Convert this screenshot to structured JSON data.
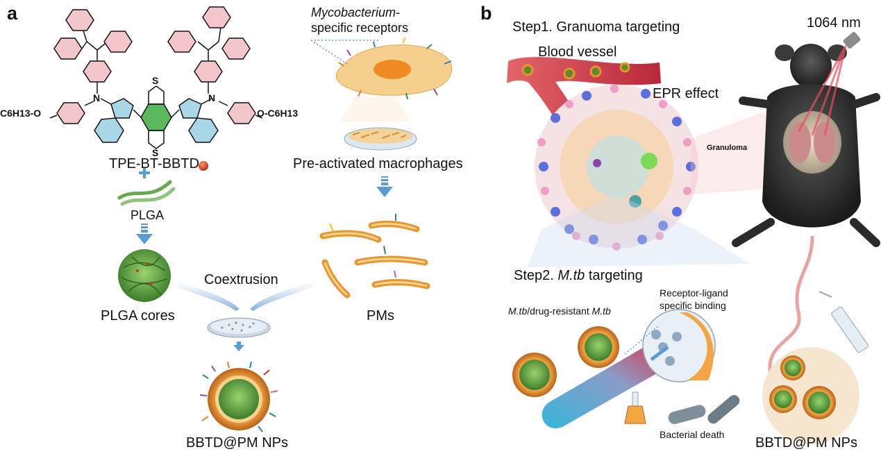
{
  "panel_a": {
    "letter": "a",
    "compound": "TPE-BT-BBTD",
    "sub_left": "C6H13-O",
    "sub_right": "O-C6H13",
    "heteroatoms": {
      "n": "N",
      "s": "S"
    },
    "plus": "+",
    "polymer": "PLGA",
    "receptor_line1": "Mycobacterium-",
    "receptor_line2": "specific receptors",
    "macrophages": "Pre-activated macrophages",
    "cores": "PLGA cores",
    "coextrusion": "Coextrusion",
    "pms": "PMs",
    "product": "BBTD@PM NPs"
  },
  "panel_b": {
    "letter": "b",
    "step1": "Step1. Granuoma targeting",
    "vessel": "Blood vessel",
    "epr": "EPR effect",
    "granuloma": "Granuloma",
    "laser": "1064 nm",
    "step2_prefix": "Step2. ",
    "step2_italic": "M.tb",
    "step2_suffix": " targeting",
    "mtb_a": "M.tb",
    "mtb_b": "/drug-resistant ",
    "mtb_c": "M.tb",
    "receptor_line1": "Receptor-ligand",
    "receptor_line2": "specific binding",
    "death": "Bacterial death",
    "product": "BBTD@PM NPs"
  },
  "colors": {
    "phenyl_pink": "#f3c6cc",
    "thiophene_blue": "#a9d7e8",
    "core_green": "#5cb85c",
    "arrow_blue": "#5b9bd5",
    "vessel_red": "#c0392b",
    "membrane_orange": "#e8962e",
    "plga_green": "#4f9a3a"
  }
}
